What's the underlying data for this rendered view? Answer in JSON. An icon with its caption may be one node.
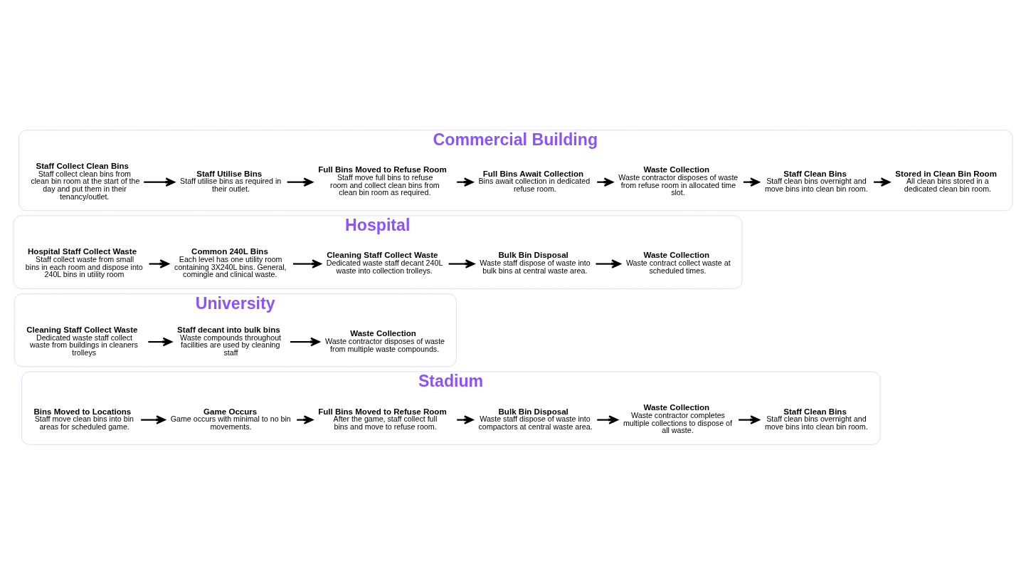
{
  "diagram": {
    "nodes": [
      {
        "text": [
          "Commercial Building"
        ]
      },
      {
        "text": [
          "Staff Collect Clean Bins",
          "Staff collect clean bins from clean bin room at the start of the day and put them in their tenancy/outlet."
        ],
        "in": 0
      },
      {
        "text": [
          "Staff Utilise Bins",
          "Staff utilise bins as required in their outlet."
        ],
        "in": 0
      },
      {
        "text": [
          "Full Bins Moved to Refuse Room",
          "Staff move full bins to refuse room and collect clean bins from clean bin room as required."
        ],
        "in": 0
      },
      {
        "text": [
          "Full Bins Await Collection",
          "Bins await collection in dedicated refuse room."
        ],
        "in": 0
      },
      {
        "text": [
          "Waste Collection",
          "Waste contractor disposes of waste from refuse room in allocated time slot."
        ],
        "in": 0
      },
      {
        "text": [
          "Staff Clean Bins",
          "Staff clean bins overnight and move bins into clean bin room."
        ],
        "in": 0
      },
      {
        "text": [
          "Stored in Clean Bin Room",
          "All clean bins stored in a dedicated clean bin room."
        ],
        "in": 0
      },
      {
        "text": [
          "Hospital"
        ]
      },
      {
        "text": [
          "Hospital Staff Collect Waste",
          "Staff collect waste from small bins in each room and dispose into 240L bins in utility room"
        ],
        "in": 8
      },
      {
        "text": [
          "Common 240L Bins",
          "Each level has one utility room containing 3X240L bins. General, comingle and clinical waste."
        ],
        "in": 8
      },
      {
        "text": [
          "Cleaning Staff Collect Waste",
          "Dedicated waste staff decant 240L waste into collection trolleys."
        ],
        "in": 8
      },
      {
        "text": [
          "Bulk Bin Disposal",
          "Waste staff dispose of waste into bulk bins at central waste area."
        ],
        "in": 8
      },
      {
        "text": [
          "Waste Collection",
          "Waste contract collect waste at scheduled times."
        ],
        "in": 8
      },
      {
        "text": [
          "University"
        ]
      },
      {
        "text": [
          "Cleaning Staff Collect Waste",
          "Dedicated waste staff collect waste from buildings in cleaners trolleys"
        ],
        "in": 14
      },
      {
        "text": [
          "Staff decant into bulk bins",
          "Waste compounds throughout facilities are used by cleaning staff"
        ],
        "in": 14
      },
      {
        "text": [
          "Waste Collection",
          "Waste contractor disposes of waste from multiple waste compounds."
        ],
        "in": 14
      },
      {
        "text": [
          "Stadium"
        ]
      },
      {
        "text": [
          "Bins Moved to Locations",
          "Staff move clean bins into bin areas for scheduled game."
        ],
        "in": 18
      },
      {
        "text": [
          "Game Occurs",
          "Game occurs with minimal to no bin movements."
        ],
        "in": 18
      },
      {
        "text": [
          "Full Bins Moved to Refuse Room",
          "After the game, staff collect full bins and move to refuse room."
        ],
        "in": 18
      },
      {
        "text": [
          "Bulk Bin Disposal",
          "Waste staff dispose of waste into compactors at central waste area."
        ],
        "in": 18
      },
      {
        "text": [
          "Waste Collection",
          "Waste contractor completes multiple collections to dispose of all waste."
        ],
        "in": 18
      },
      {
        "text": [
          "Staff Clean Bins",
          "Staff clean bins overnight and move bins into clean bin room."
        ],
        "in": 18
      }
    ],
    "edges": [
      {
        "from": 1,
        "to": 2,
        "arrow": "to"
      },
      {
        "from": 2,
        "to": 3,
        "arrow": "to"
      },
      {
        "from": 3,
        "to": 4,
        "arrow": "to"
      },
      {
        "from": 4,
        "to": 5,
        "arrow": "to"
      },
      {
        "from": 5,
        "to": 6,
        "arrow": "to"
      },
      {
        "from": 6,
        "to": 7,
        "arrow": "to"
      },
      {
        "from": 9,
        "to": 10,
        "arrow": "to"
      },
      {
        "from": 10,
        "to": 11,
        "arrow": "to"
      },
      {
        "from": 11,
        "to": 12,
        "arrow": "to"
      },
      {
        "from": 12,
        "to": 13,
        "arrow": "to"
      },
      {
        "from": 15,
        "to": 16,
        "arrow": "to"
      },
      {
        "from": 16,
        "to": 17,
        "arrow": "to"
      },
      {
        "from": 19,
        "to": 20,
        "arrow": "to"
      },
      {
        "from": 20,
        "to": 21,
        "arrow": "to"
      },
      {
        "from": 21,
        "to": 22,
        "arrow": "to"
      },
      {
        "from": 22,
        "to": 23,
        "arrow": "to"
      },
      {
        "from": 23,
        "to": 24,
        "arrow": "to"
      }
    ]
  }
}
